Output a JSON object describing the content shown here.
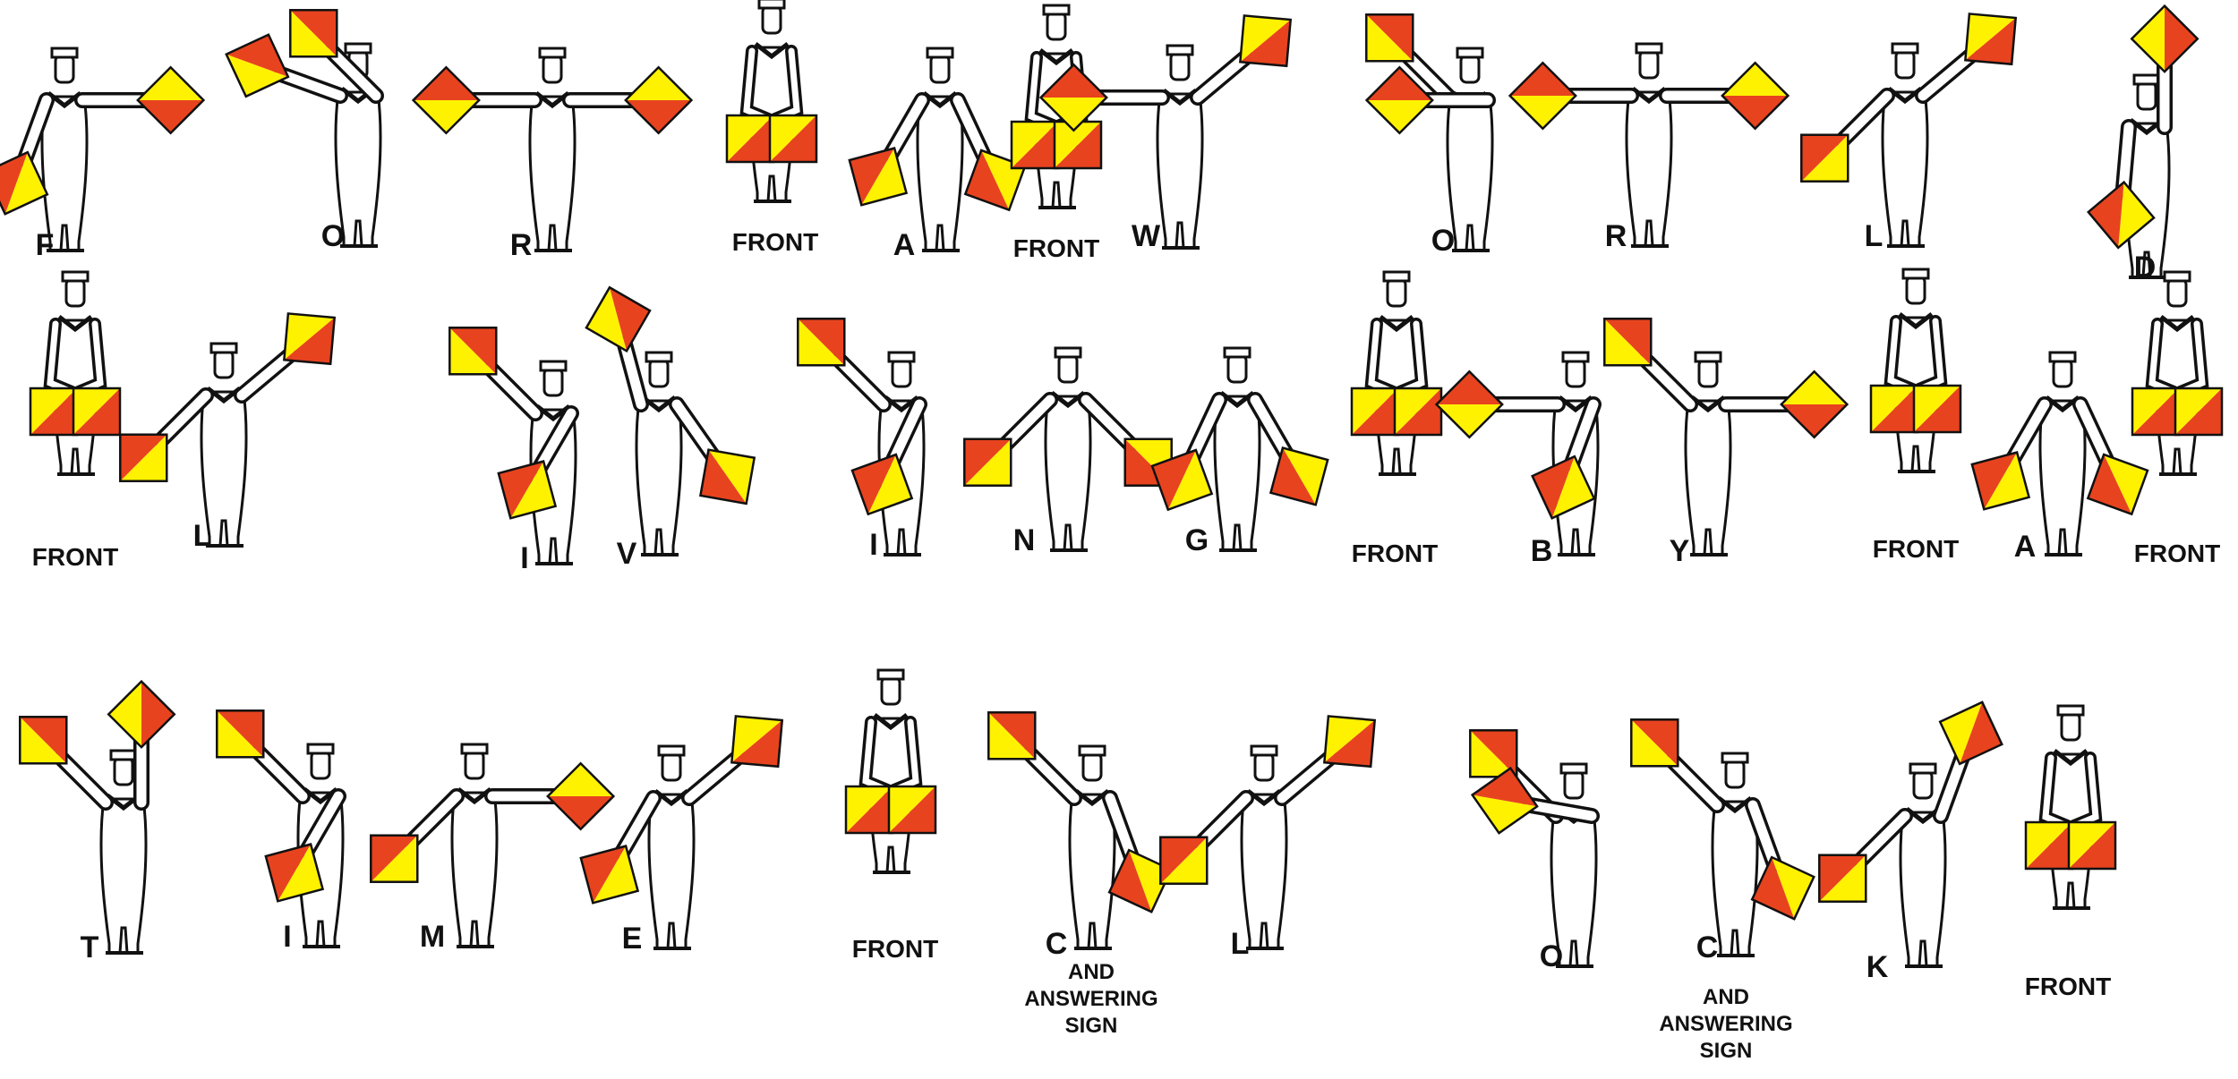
{
  "rows": [
    {
      "labels": [
        "F",
        "O",
        "R",
        "FRONT",
        "A",
        "FRONT",
        "W",
        "O",
        "R",
        "L",
        "D"
      ]
    },
    {
      "labels": [
        "FRONT",
        "L",
        "I",
        "V",
        "I",
        "N",
        "G",
        "FRONT",
        "B",
        "Y",
        "FRONT",
        "A",
        "FRONT"
      ]
    },
    {
      "labels": [
        "T",
        "I",
        "M",
        "E",
        "FRONT",
        "C",
        "L",
        "O",
        "C",
        "K",
        "FRONT"
      ]
    }
  ],
  "answering_sign_text": "AND ANSWERING SIGN",
  "colors": {
    "flag_red": "#e8431f",
    "flag_yellow": "#fff200",
    "ink": "#111111",
    "figure_fill": "#ffffff"
  }
}
